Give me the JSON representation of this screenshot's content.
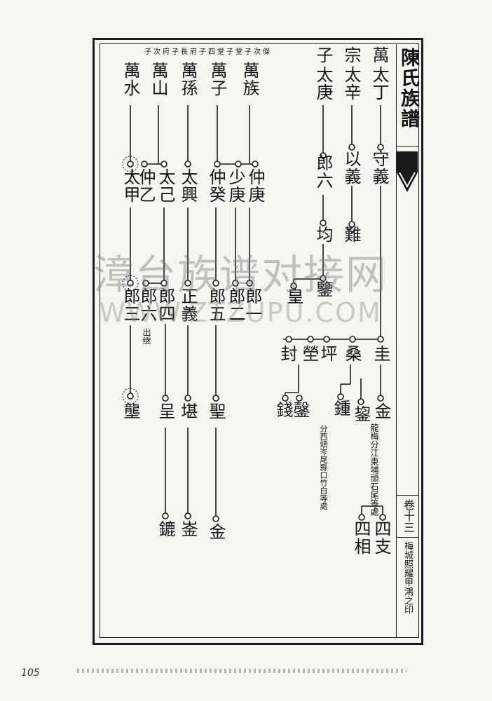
{
  "margin": {
    "title": "陳氏族譜",
    "page_no": "卷十三",
    "hall": "梅城照耀甲鴻之印"
  },
  "watermark": {
    "cn": "漳台族谱对接网",
    "url": "WWW.ZTZUPU.COM"
  },
  "leaf_no": "105",
  "notes": {
    "top_header": "子次府子長府子四堂子堂子次傑",
    "jinjia": "龍梅分江東埔頭石尾等處",
    "jin": "分西頭岑尾縣口竹白等處",
    "liu": "出继"
  },
  "names": {
    "wan_ding": "萬",
    "zong": "宗",
    "zi": "子",
    "tai_ding": "太丁",
    "tai_xin": "太辛",
    "tai_geng": "太庚",
    "shou_yi": "守義",
    "yi_yi": "以義",
    "lang_liu_a": "郎六",
    "nan": "難",
    "jun": "均",
    "gui": "圭",
    "jian": "鑒",
    "huang": "皇",
    "sang": "桑",
    "ping": "坪",
    "ying": "塋",
    "feng": "封",
    "jin": "金",
    "jin2": "鋆",
    "zhong": "鍾",
    "cong": "鏧",
    "qian": "錢",
    "si_zhi": "四支",
    "si_xiang": "四相",
    "wan_zu": "萬族",
    "wan_zi": "萬子",
    "wan_sun": "萬孫",
    "wan_shan": "萬山",
    "wan_shui": "萬水",
    "zhong_geng": "仲庚",
    "shao_geng": "少庚",
    "zhong_gui": "仲癸",
    "tai_xing": "太興",
    "tai_ji": "太己",
    "zhong_yi": "仲乙",
    "tai_jia": "太甲",
    "lang_yi": "郎一",
    "lang_er": "郎二",
    "lang_wu": "郎五",
    "zheng_yi": "正義",
    "lang_si": "郎四",
    "lang_liu": "郎六",
    "lang_san": "郎三",
    "sheng": "聖",
    "kan": "堪",
    "cheng": "呈",
    "long": "壟",
    "jin_last": "金",
    "yin": "崟",
    "biao": "鏕"
  }
}
